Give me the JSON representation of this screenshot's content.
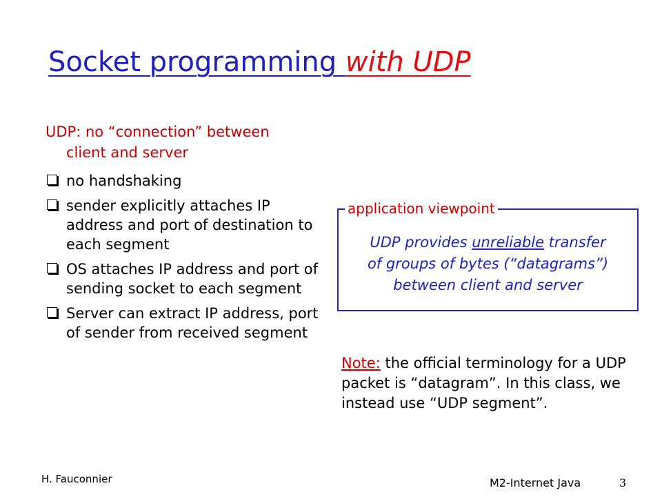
{
  "slide": {
    "title_part1": "Socket programming ",
    "title_part2": "with UDP",
    "intro_line1": "UDP: no “connection” between",
    "intro_line2": "client and server",
    "bullets": [
      "no handshaking",
      "sender explicitly attaches IP address and port of destination to each segment",
      "OS attaches IP address and port of sending socket to each segment",
      "Server can extract IP address, port of sender from received segment"
    ],
    "viewpoint": {
      "label": "application viewpoint",
      "line1_pre": "UDP provides ",
      "line1_underlined": "unreliable",
      "line1_post": " transfer",
      "line2": "of groups of bytes (“datagrams”)",
      "line3": "between client and server"
    },
    "note": {
      "label": "Note:",
      "text": " the official terminology for a UDP packet is “datagram”. In this class, we instead use “UDP segment”."
    }
  },
  "footer": {
    "author": "H. Fauconnier",
    "course": "M2-Internet Java",
    "page_number": "3"
  },
  "colors": {
    "title_blue": "#1f1fbf",
    "accent_red": "#cc0000",
    "box_border": "#2b2b9a"
  }
}
